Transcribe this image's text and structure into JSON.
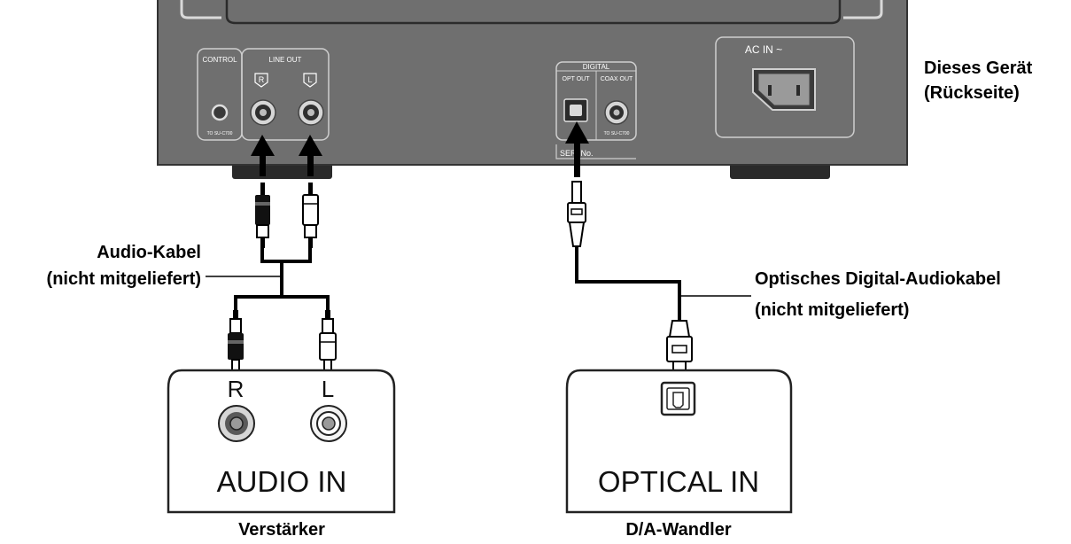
{
  "device": {
    "panel_labels": {
      "control": "CONTROL",
      "line_out": "LINE OUT",
      "r": "R",
      "l": "L",
      "to_su_control": "TO SU-C700",
      "digital": "DIGITAL",
      "opt_out": "OPT OUT",
      "coax_out": "COAX OUT",
      "to_su_coax": "TO SU-C700",
      "serial": "SER. No.",
      "ac_in": "AC IN ~"
    },
    "caption_line1": "Dieses Gerät",
    "caption_line2": "(Rückseite)"
  },
  "audio_cable": {
    "line1": "Audio-Kabel",
    "line2": "(nicht mitgeliefert)"
  },
  "optical_cable": {
    "line1": "Optisches Digital-Audiokabel",
    "line2": "(nicht mitgeliefert)"
  },
  "amplifier": {
    "r": "R",
    "l": "L",
    "input_label": "AUDIO IN",
    "caption": "Verstärker"
  },
  "dac": {
    "input_label": "OPTICAL IN",
    "caption": "D/A-Wandler"
  },
  "colors": {
    "device_body": "#6f6f6f",
    "cable": "#000000",
    "background": "#ffffff"
  }
}
